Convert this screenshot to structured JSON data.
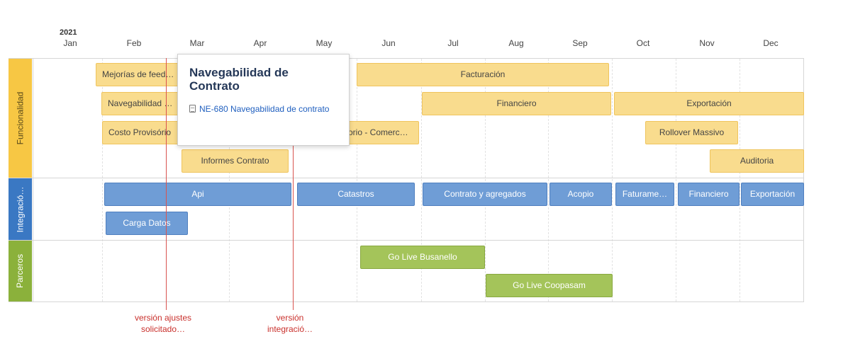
{
  "timeline": {
    "year": "2021",
    "months": [
      "Jan",
      "Feb",
      "Mar",
      "Apr",
      "May",
      "Jun",
      "Jul",
      "Aug",
      "Sep",
      "Oct",
      "Nov",
      "Dec"
    ]
  },
  "lanes": [
    {
      "label": "Funcionalidad",
      "color": "#f7c744"
    },
    {
      "label": "Integració…",
      "color": "#3a78c3"
    },
    {
      "label": "Parceros",
      "color": "#8bb13b"
    }
  ],
  "bars": {
    "mejorias": "Mejorías de feedba",
    "navegabilidad": "Navegabilidad …",
    "costo": "Costo Provisório",
    "informes": "Informes Contrato",
    "facturacion": "Facturación",
    "financiero": "Financiero",
    "exportacion": "Exportación",
    "provisorio_comerc": "sorio - Comerc…",
    "rollover": "Rollover Massivo",
    "auditoria": "Auditoria",
    "api": "Api",
    "catastros": "Catastros",
    "contrato_agregados": "Contrato y agregados",
    "acopio": "Acopio",
    "faturamento": "Faturame…",
    "financiero_int": "Financiero",
    "exportacion_int": "Exportación",
    "carga_datos": "Carga Datos",
    "go_live_busanello": "Go Live Busanello",
    "go_live_coopasam": "Go Live Coopasam"
  },
  "markers": [
    {
      "line1": "versión ajustes",
      "line2": "solicitado…"
    },
    {
      "line1": "versión",
      "line2": "integració…"
    }
  ],
  "popup": {
    "title": "Navegabilidad de Contrato",
    "link": "NE-680 Navegabilidad de contrato"
  },
  "colors": {
    "functionality_bar": "#f9dc8e",
    "integration_bar": "#6f9dd6",
    "partner_bar": "#a4c45a",
    "marker": "#d9534f"
  }
}
